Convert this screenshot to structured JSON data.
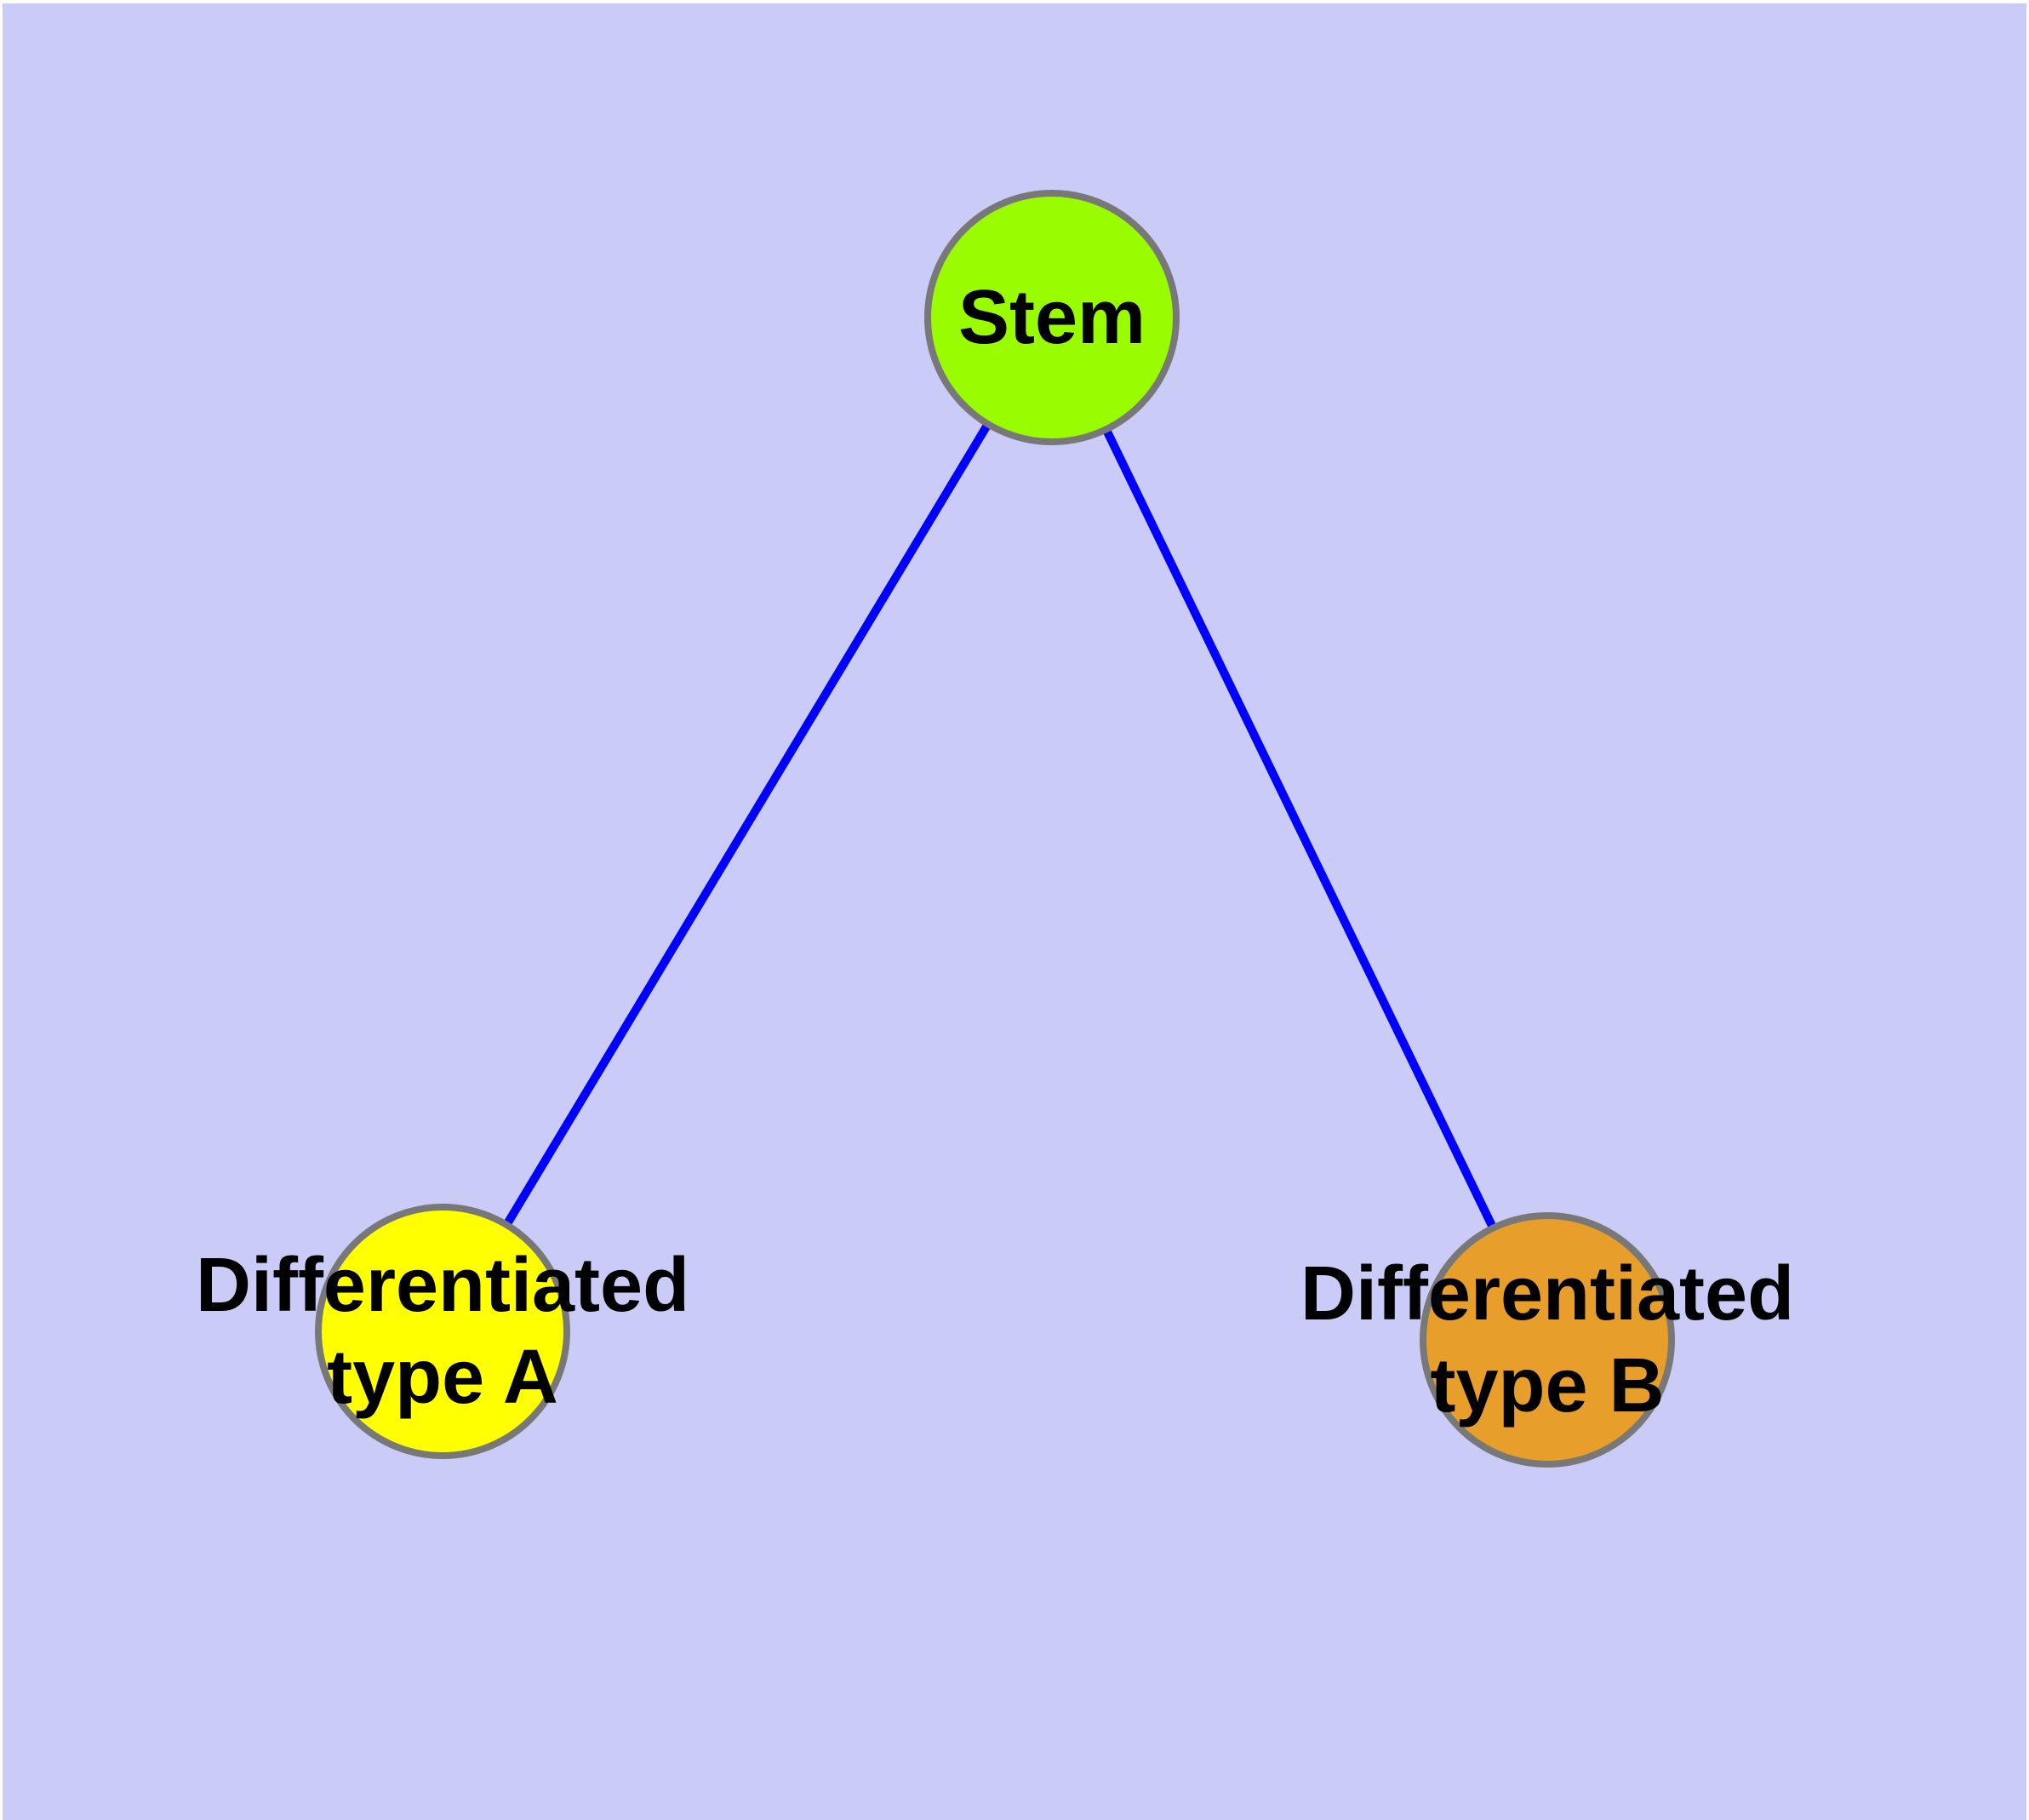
{
  "diagram": {
    "colors": {
      "background": "#CBCBF7",
      "page_margin": "#FFFFFF",
      "edge": "#0000FF",
      "node_border": "#787878",
      "label_text": "#000000"
    },
    "nodes": [
      {
        "id": "stem",
        "label": "Stem",
        "fill": "#99FC00"
      },
      {
        "id": "type-a",
        "label": "Differentiated\ntype A",
        "fill": "#FFFF00"
      },
      {
        "id": "type-b",
        "label": "Differentiated\ntype B",
        "fill": "#E89E2A"
      }
    ],
    "edges": [
      {
        "from": "stem",
        "to": "type-a",
        "color": "#0000FF"
      },
      {
        "from": "stem",
        "to": "type-b",
        "color": "#0000FF"
      }
    ]
  }
}
